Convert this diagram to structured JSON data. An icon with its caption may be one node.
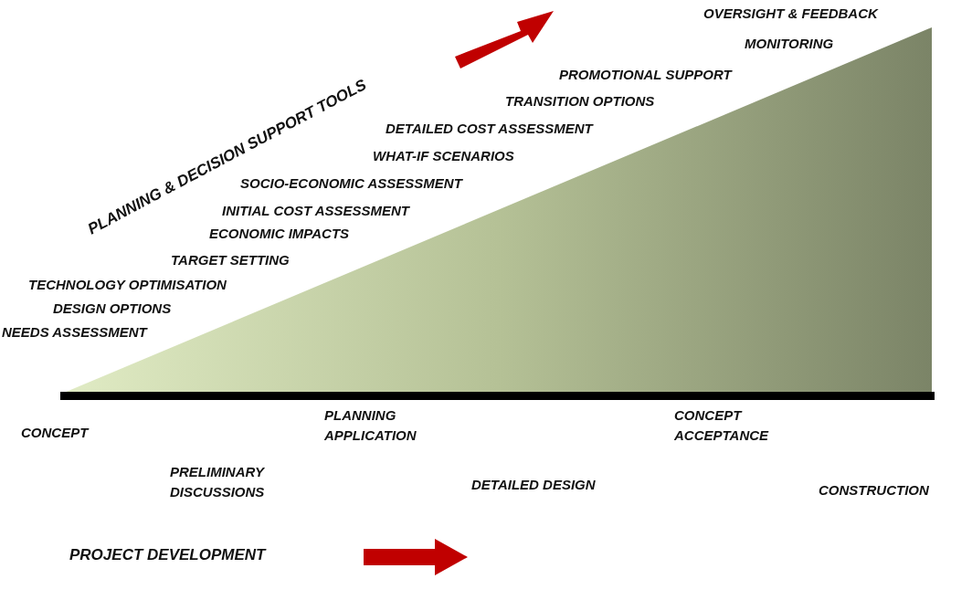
{
  "diagram": {
    "labels": [
      "OVERSIGHT & FEEDBACK",
      "MONITORING",
      "PLANNING & DECISION SUPPORT TOOLS",
      "PROMOTIONAL SUPPORT",
      "TRANSITION OPTIONS",
      "DETAILED COST ASSESSMENT",
      "WHAT-IF SCENARIOS",
      "SOCIO-ECONOMIC ASSESSMENT",
      "INITIAL COST ASSESSMENT",
      "ECONOMIC IMPACTS",
      "TARGET SETTING",
      "TECHNOLOGY OPTIMISATION",
      "DESIGN OPTIONS",
      "NEEDS ASSESSMENT",
      "PLANNING APPLICATION",
      "CONCEPT ACCEPTANCE",
      "CONCEPT",
      "PRELIMINARY DISCUSSIONS",
      "DETAILED DESIGN",
      "CONSTRUCTION",
      "PROJECT DEVELOPMENT"
    ]
  }
}
